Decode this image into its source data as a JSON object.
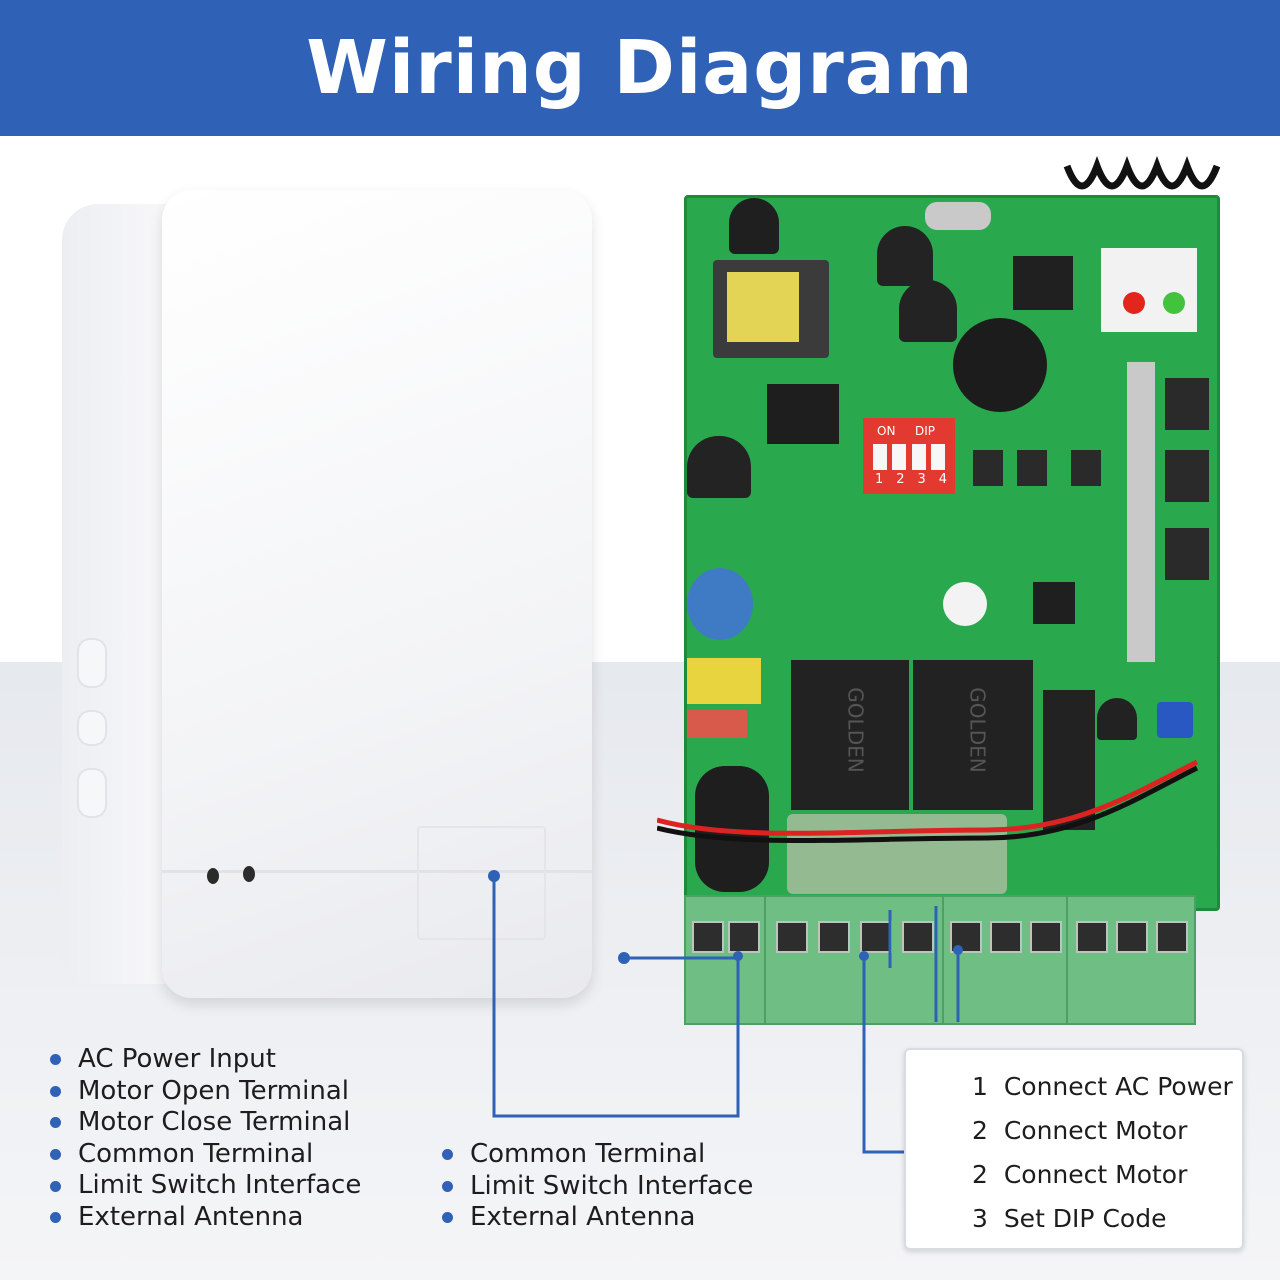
{
  "title": "Wiring Diagram",
  "legend_left": [
    "AC Power Input",
    "Motor Open Terminal",
    "Motor Close Terminal",
    "Common Terminal",
    "Limit Switch Interface",
    "External Antenna"
  ],
  "legend_right": [
    "Common Terminal",
    "Limit Switch Interface",
    "External Antenna"
  ],
  "steps": [
    {
      "num": "1",
      "text": "Connect AC Power"
    },
    {
      "num": "2",
      "text": "Connect Motor"
    },
    {
      "num": "2",
      "text": "Connect Motor"
    },
    {
      "num": "3",
      "text": "Set DIP Code"
    }
  ],
  "dip_switch": {
    "label_on": "ON",
    "label_dip": "DIP",
    "positions": [
      "1",
      "2",
      "3",
      "4"
    ]
  },
  "relay_marking": "GOLDEN",
  "colors": {
    "banner": "#2f62b6",
    "pcb": "#2aa84e",
    "terminal": "#6fbf84",
    "leader_line": "#2f62b6"
  }
}
